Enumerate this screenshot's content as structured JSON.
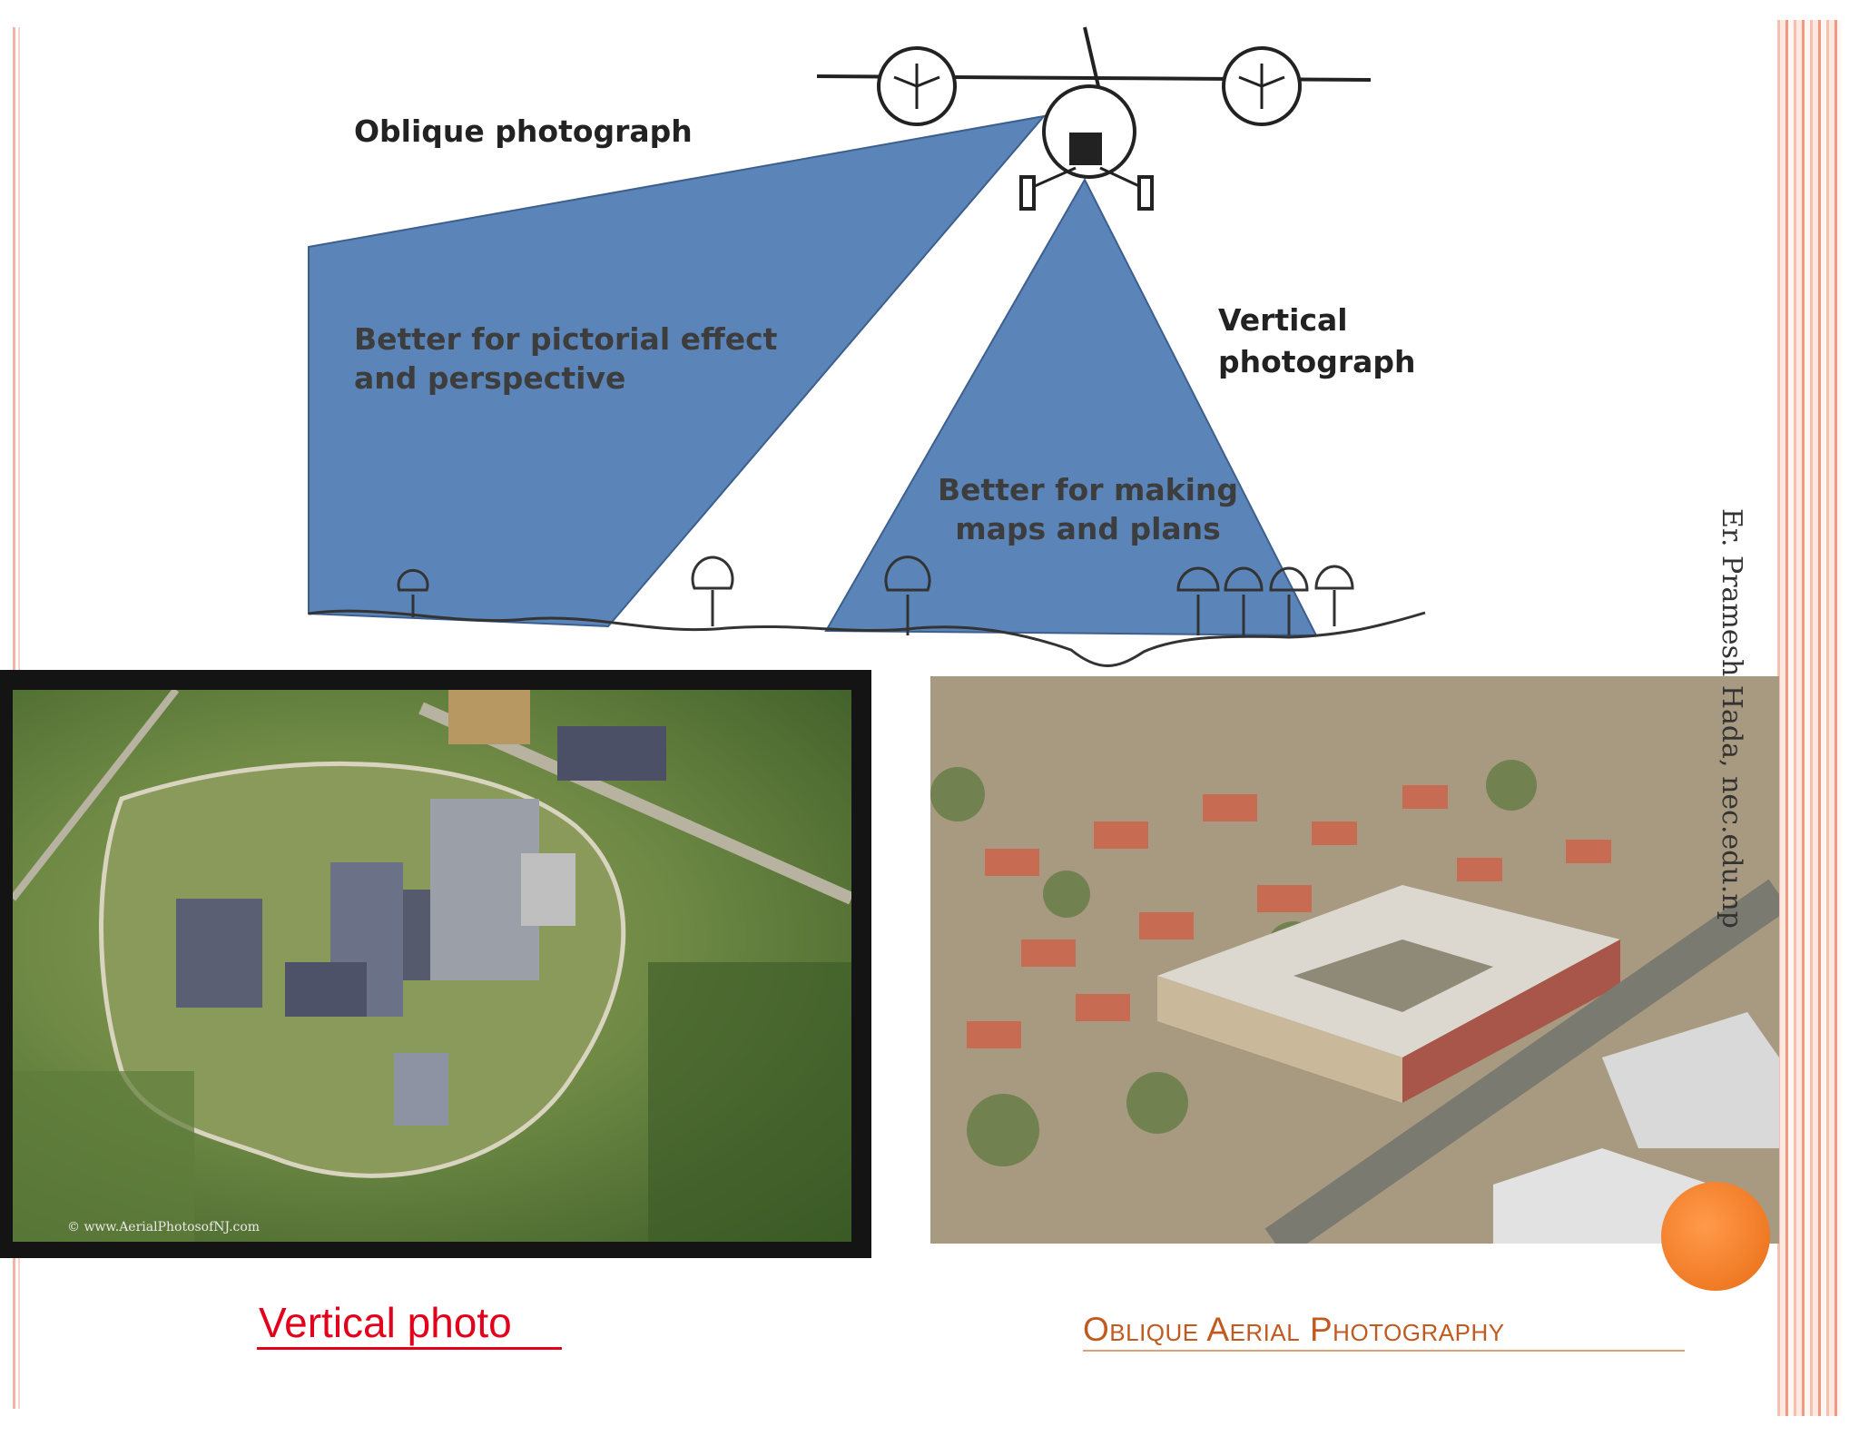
{
  "diagram": {
    "oblique_label": "Oblique photograph",
    "oblique_note_line1": "Better for pictorial effect",
    "oblique_note_line2": "and perspective",
    "vertical_label_line1": "Vertical",
    "vertical_label_line2": "photograph",
    "vertical_note_line1": "Better for making",
    "vertical_note_line2": "maps and plans",
    "beam_color": "#5b84b8"
  },
  "photos": {
    "vertical_caption": "Vertical photo",
    "vertical_watermark": "© www.AerialPhotosofNJ.com",
    "oblique_caption": "Oblique Aerial Photography"
  },
  "sidebar": {
    "author_watermark": "Er. Pramesh Hada, nec.edu.np"
  },
  "colors": {
    "accent_orange": "#f07a24",
    "caption_red": "#e3001b",
    "caption_orange": "#c05a20"
  }
}
